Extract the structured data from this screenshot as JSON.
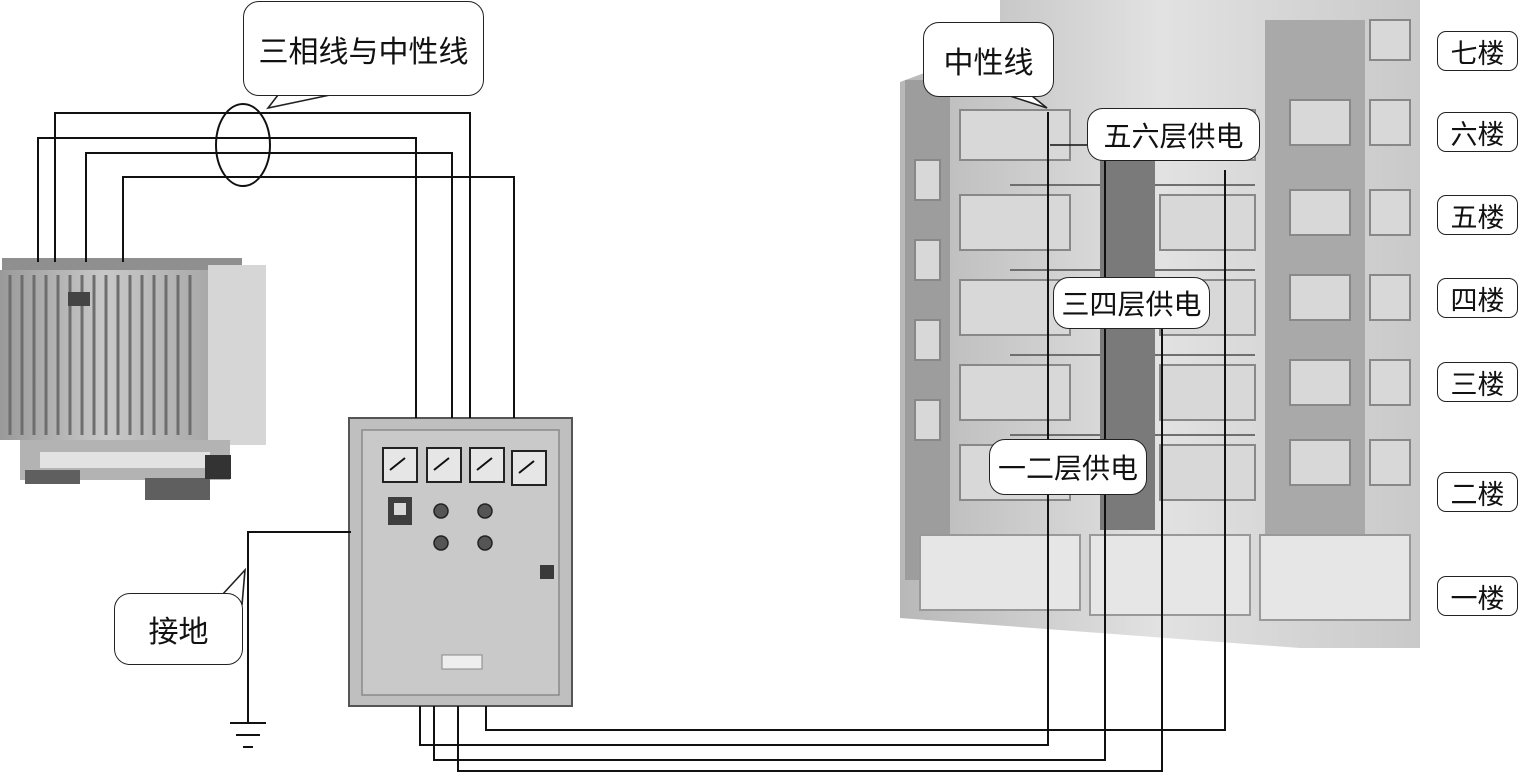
{
  "labels": {
    "three_phase": "三相线与中性线",
    "neutral": "中性线",
    "floor_56": "五六层供电",
    "floor_34": "三四层供电",
    "floor_12": "一二层供电",
    "ground": "接地"
  },
  "floors": [
    "七楼",
    "六楼",
    "五楼",
    "四楼",
    "三楼",
    "二楼",
    "一楼"
  ]
}
